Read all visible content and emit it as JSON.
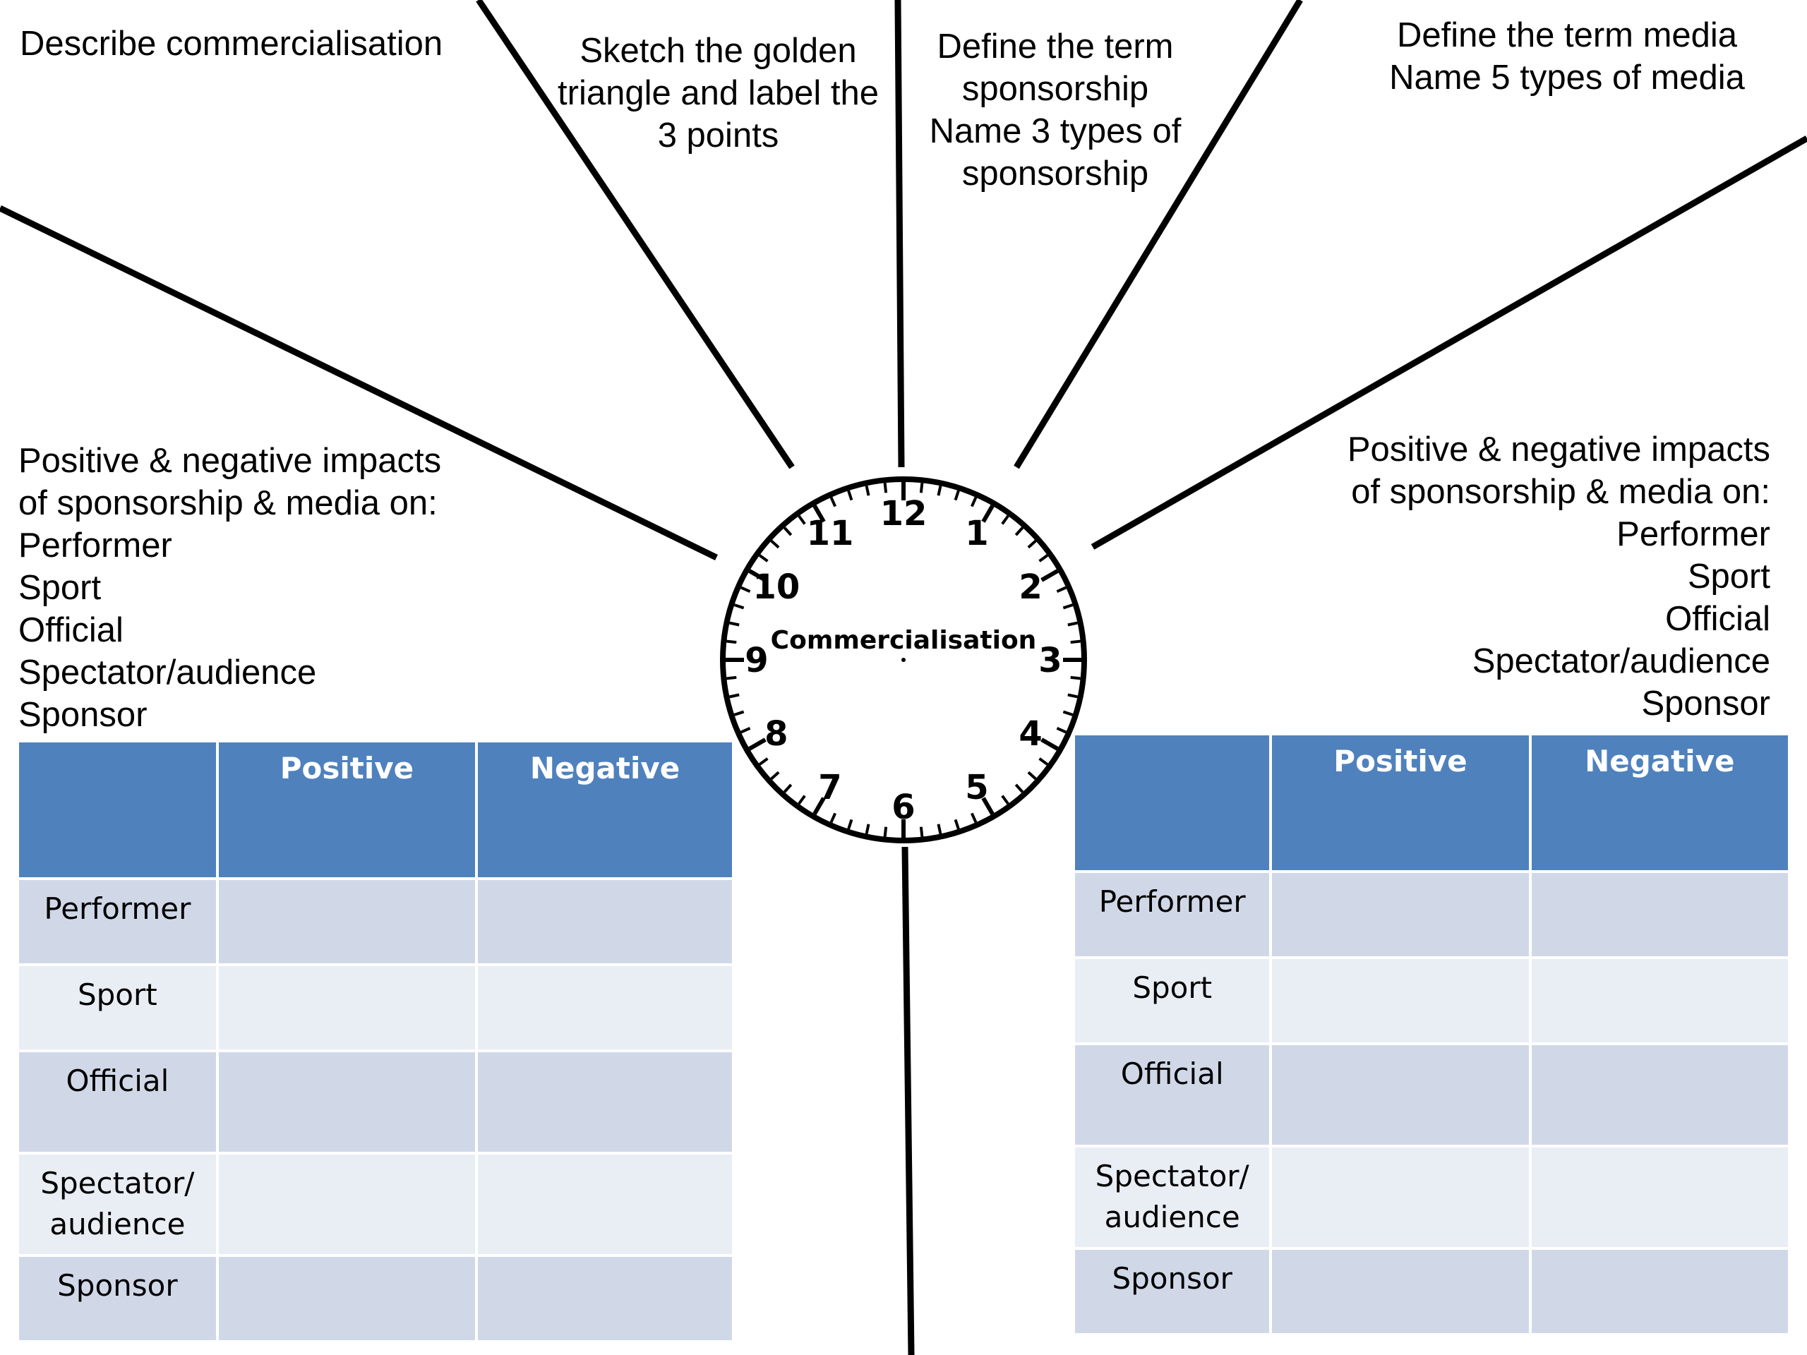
{
  "prompts": {
    "describe": "Describe commercialisation",
    "golden_triangle": "Sketch the golden\ntriangle and label the\n3 points",
    "sponsorship": "Define the term\nsponsorship\nName 3 types of\nsponsorship",
    "media": "Define the term media\nName 5 types of media",
    "impacts_left": "Positive & negative impacts\nof sponsorship & media on:\nPerformer\nSport\nOfficial\nSpectator/audience\nSponsor",
    "impacts_right": "Positive & negative impacts\nof sponsorship & media on:\nPerformer\nSport\nOfficial\nSpectator/audience\nSponsor"
  },
  "clock": {
    "center_label": "Commercialisation",
    "numbers": [
      "12",
      "1",
      "2",
      "3",
      "4",
      "5",
      "6",
      "7",
      "8",
      "9",
      "10",
      "11"
    ]
  },
  "tables": {
    "left": {
      "headers": [
        "",
        "Positive",
        "Negative"
      ],
      "rows": [
        "Performer",
        "Sport",
        "Official",
        "Spectator/\naudience",
        "Sponsor"
      ]
    },
    "right": {
      "headers": [
        "",
        "Positive",
        "Negative"
      ],
      "rows": [
        "Performer",
        "Sport",
        "Official",
        "Spectator/\naudience",
        "Sponsor"
      ]
    }
  },
  "colors": {
    "header_fill": "#4f81bd",
    "row_fill_dark": "#d0d8e8",
    "row_fill_light": "#e9edf4"
  }
}
